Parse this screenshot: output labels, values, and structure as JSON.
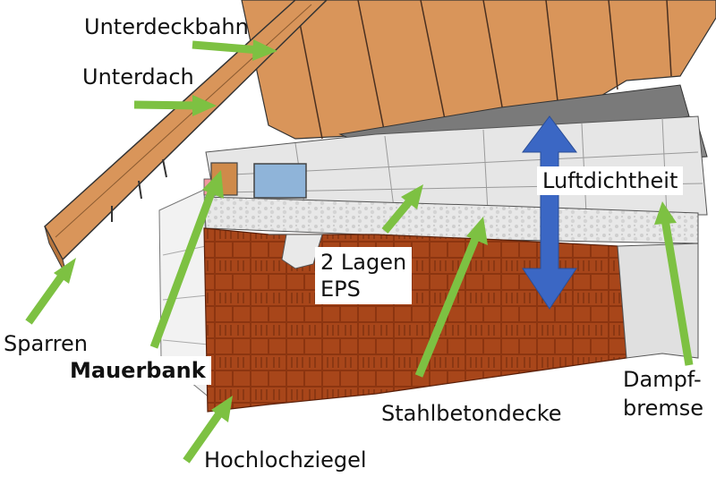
{
  "labels": {
    "unterdeckbahn": "Unterdeckbahn",
    "unterdach": "Unterdach",
    "luftdichtheit": "Luftdichtheit",
    "eps_line1": "2 Lagen",
    "eps_line2": "EPS",
    "sparren": "Sparren",
    "mauerbank": "Mauerbank",
    "stahlbetondecke": "Stahlbetondecke",
    "dampf_line1": "Dampf-",
    "dampf_line2": "bremse",
    "hochlochziegel": "Hochlochziegel"
  },
  "colors": {
    "arrow_green": "#7dc142",
    "arrow_blue": "#3b67c4",
    "rafter_wood": "#d9955a",
    "brick": "#9a3d12",
    "insulation": "#e6e6e6",
    "concrete": "#dcdcdc",
    "wood_plate": "#cf8a4a",
    "vapor_panel": "#8fb4d9"
  }
}
